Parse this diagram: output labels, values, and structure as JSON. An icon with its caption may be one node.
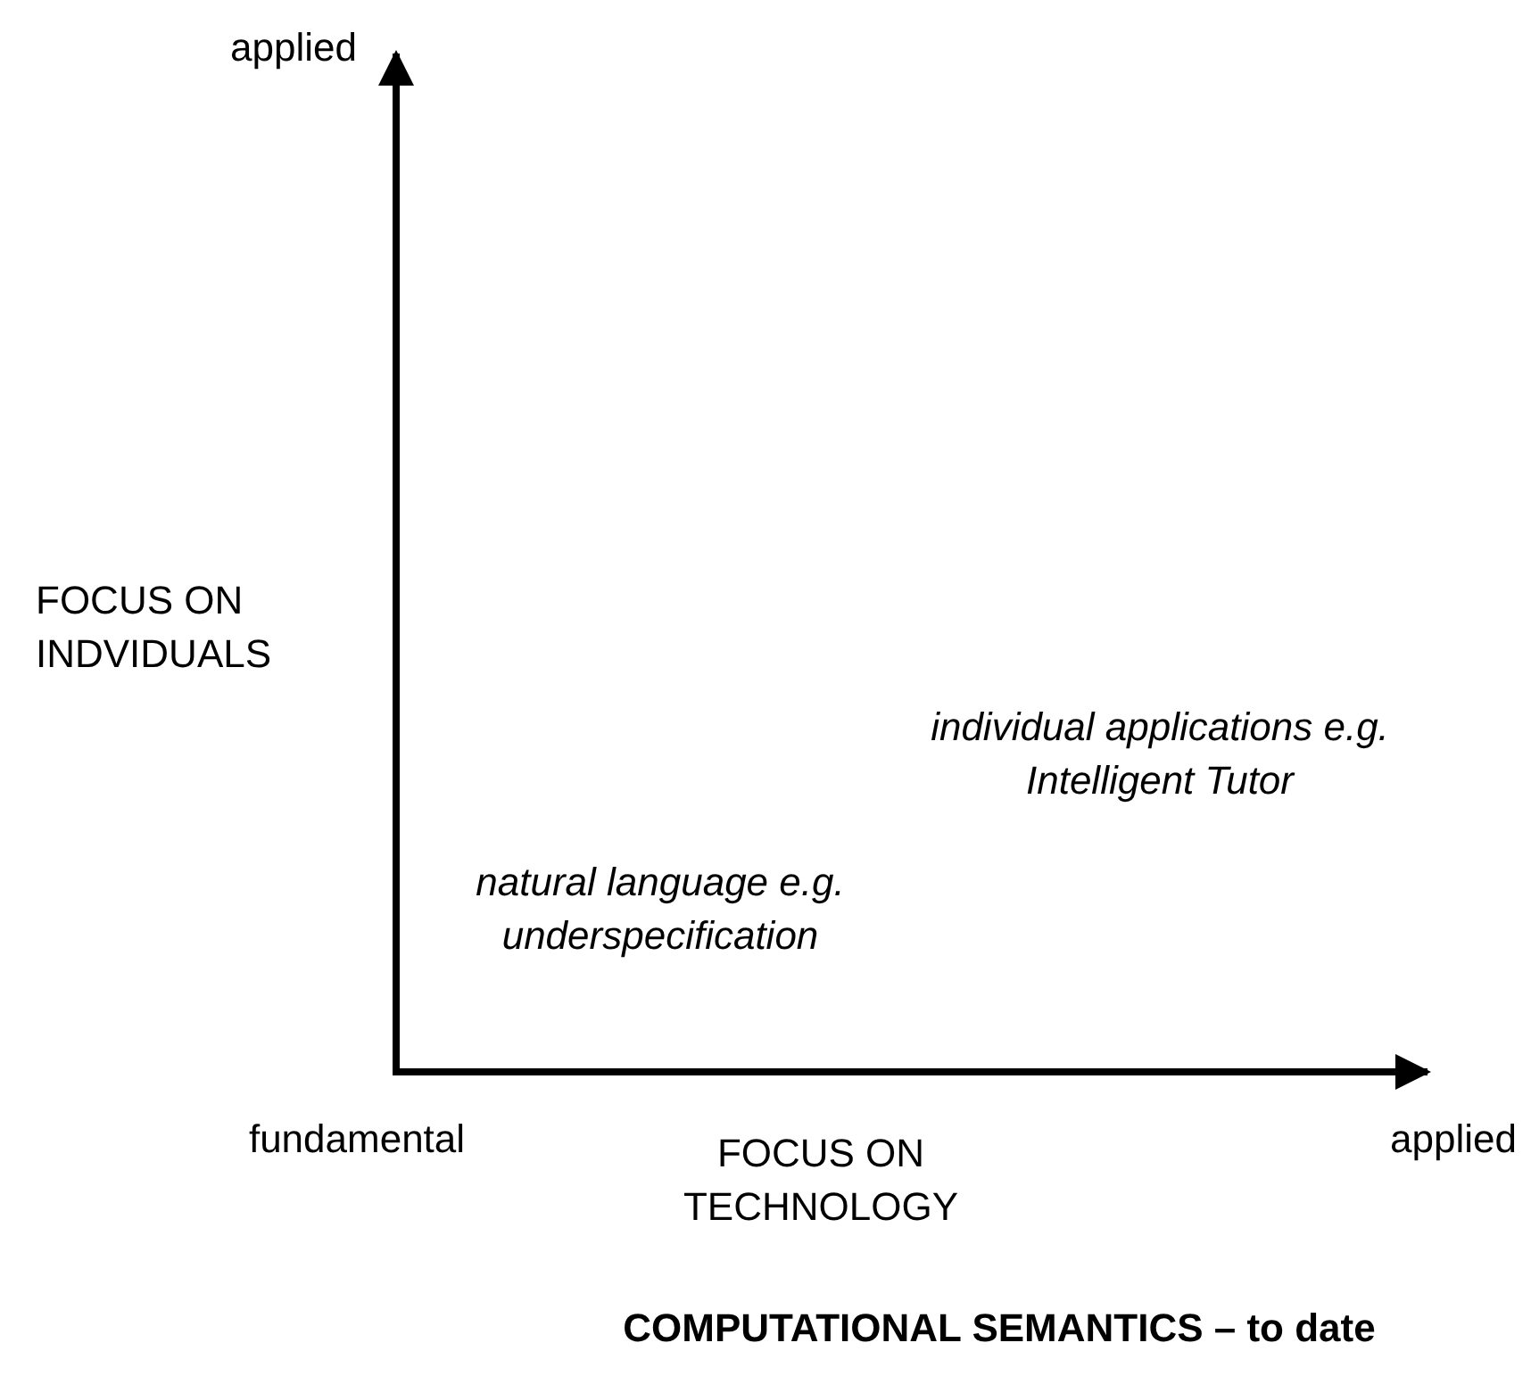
{
  "diagram": {
    "caption": "COMPUTATIONAL SEMANTICS – to date",
    "labels": [
      "applied",
      "FOCUS ON INDVIDUALS",
      "individual applications e.g. Intelligent Tutor",
      "natural language e.g. underspecification",
      "fundamental",
      "FOCUS ON TECHNOLOGY",
      "applied"
    ]
  }
}
